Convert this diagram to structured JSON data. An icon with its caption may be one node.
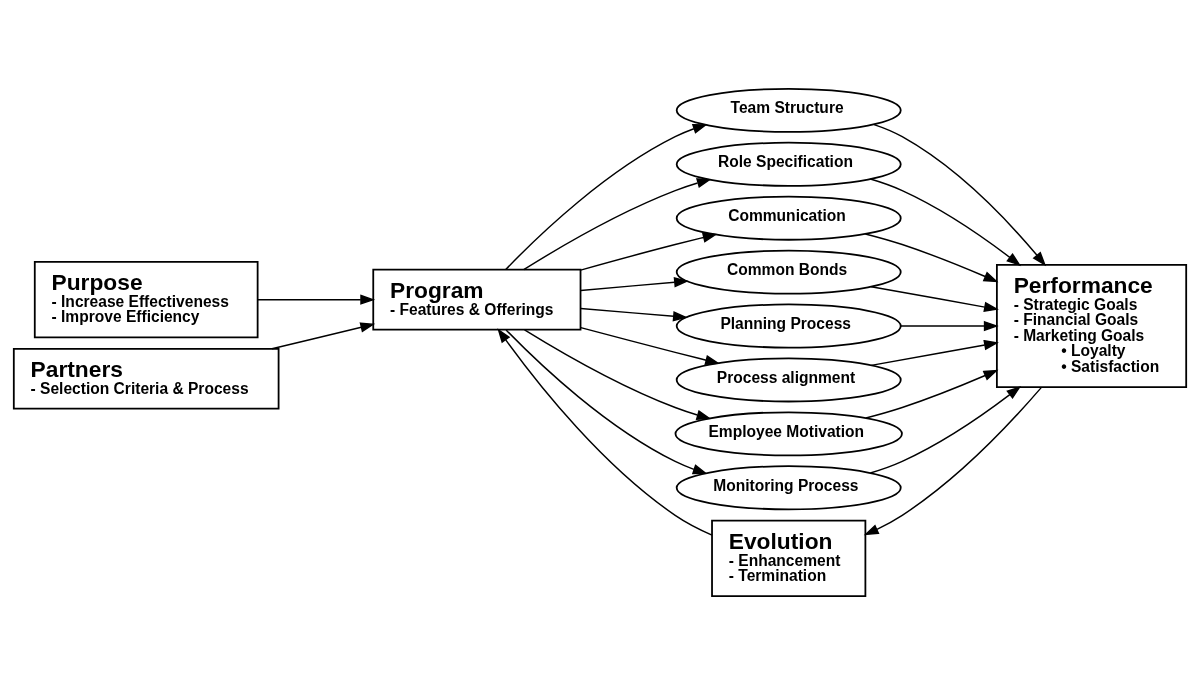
{
  "diagram": {
    "nodes": [
      {
        "text": [
          "Purpose",
          "- Increase Effectiveness",
          "- Improve Efficiency"
        ]
      },
      {
        "text": [
          "Program",
          "- Features & Offerings"
        ]
      },
      {
        "text": [
          "Partners",
          "- Selection Criteria & Process"
        ]
      },
      {
        "text": [
          "Team Structure"
        ]
      },
      {
        "text": [
          "Role Specification"
        ]
      },
      {
        "text": [
          "Communication"
        ]
      },
      {
        "text": [
          "Common Bonds"
        ]
      },
      {
        "text": [
          "Planning Process"
        ]
      },
      {
        "text": [
          "Process alignment"
        ]
      },
      {
        "text": [
          "Employee Motivation"
        ]
      },
      {
        "text": [
          "Monitoring Process"
        ]
      },
      {
        "text": [
          "Performance",
          "- Strategic Goals",
          "- Financial Goals",
          "- Marketing Goals",
          "• Loyalty",
          "• Satisfaction"
        ]
      },
      {
        "text": [
          "Evolution",
          "- Enhancement",
          "- Termination"
        ]
      }
    ],
    "edges": [
      {
        "from": 0,
        "to": 1,
        "arrow": "to"
      },
      {
        "from": 2,
        "to": 1,
        "arrow": "to"
      },
      {
        "from": 1,
        "to": 3,
        "arrow": "to"
      },
      {
        "from": 1,
        "to": 4,
        "arrow": "to"
      },
      {
        "from": 1,
        "to": 5,
        "arrow": "to"
      },
      {
        "from": 1,
        "to": 6,
        "arrow": "to"
      },
      {
        "from": 1,
        "to": 7,
        "arrow": "to"
      },
      {
        "from": 1,
        "to": 8,
        "arrow": "to"
      },
      {
        "from": 1,
        "to": 9,
        "arrow": "to"
      },
      {
        "from": 1,
        "to": 10,
        "arrow": "to"
      },
      {
        "from": 3,
        "to": 11,
        "arrow": "to"
      },
      {
        "from": 4,
        "to": 11,
        "arrow": "to"
      },
      {
        "from": 5,
        "to": 11,
        "arrow": "to"
      },
      {
        "from": 6,
        "to": 11,
        "arrow": "to"
      },
      {
        "from": 7,
        "to": 11,
        "arrow": "to"
      },
      {
        "from": 8,
        "to": 11,
        "arrow": "to"
      },
      {
        "from": 9,
        "to": 11,
        "arrow": "to"
      },
      {
        "from": 10,
        "to": 11,
        "arrow": "to"
      },
      {
        "from": 11,
        "to": 12,
        "arrow": "to"
      },
      {
        "from": 12,
        "to": 1,
        "arrow": "to"
      }
    ]
  }
}
